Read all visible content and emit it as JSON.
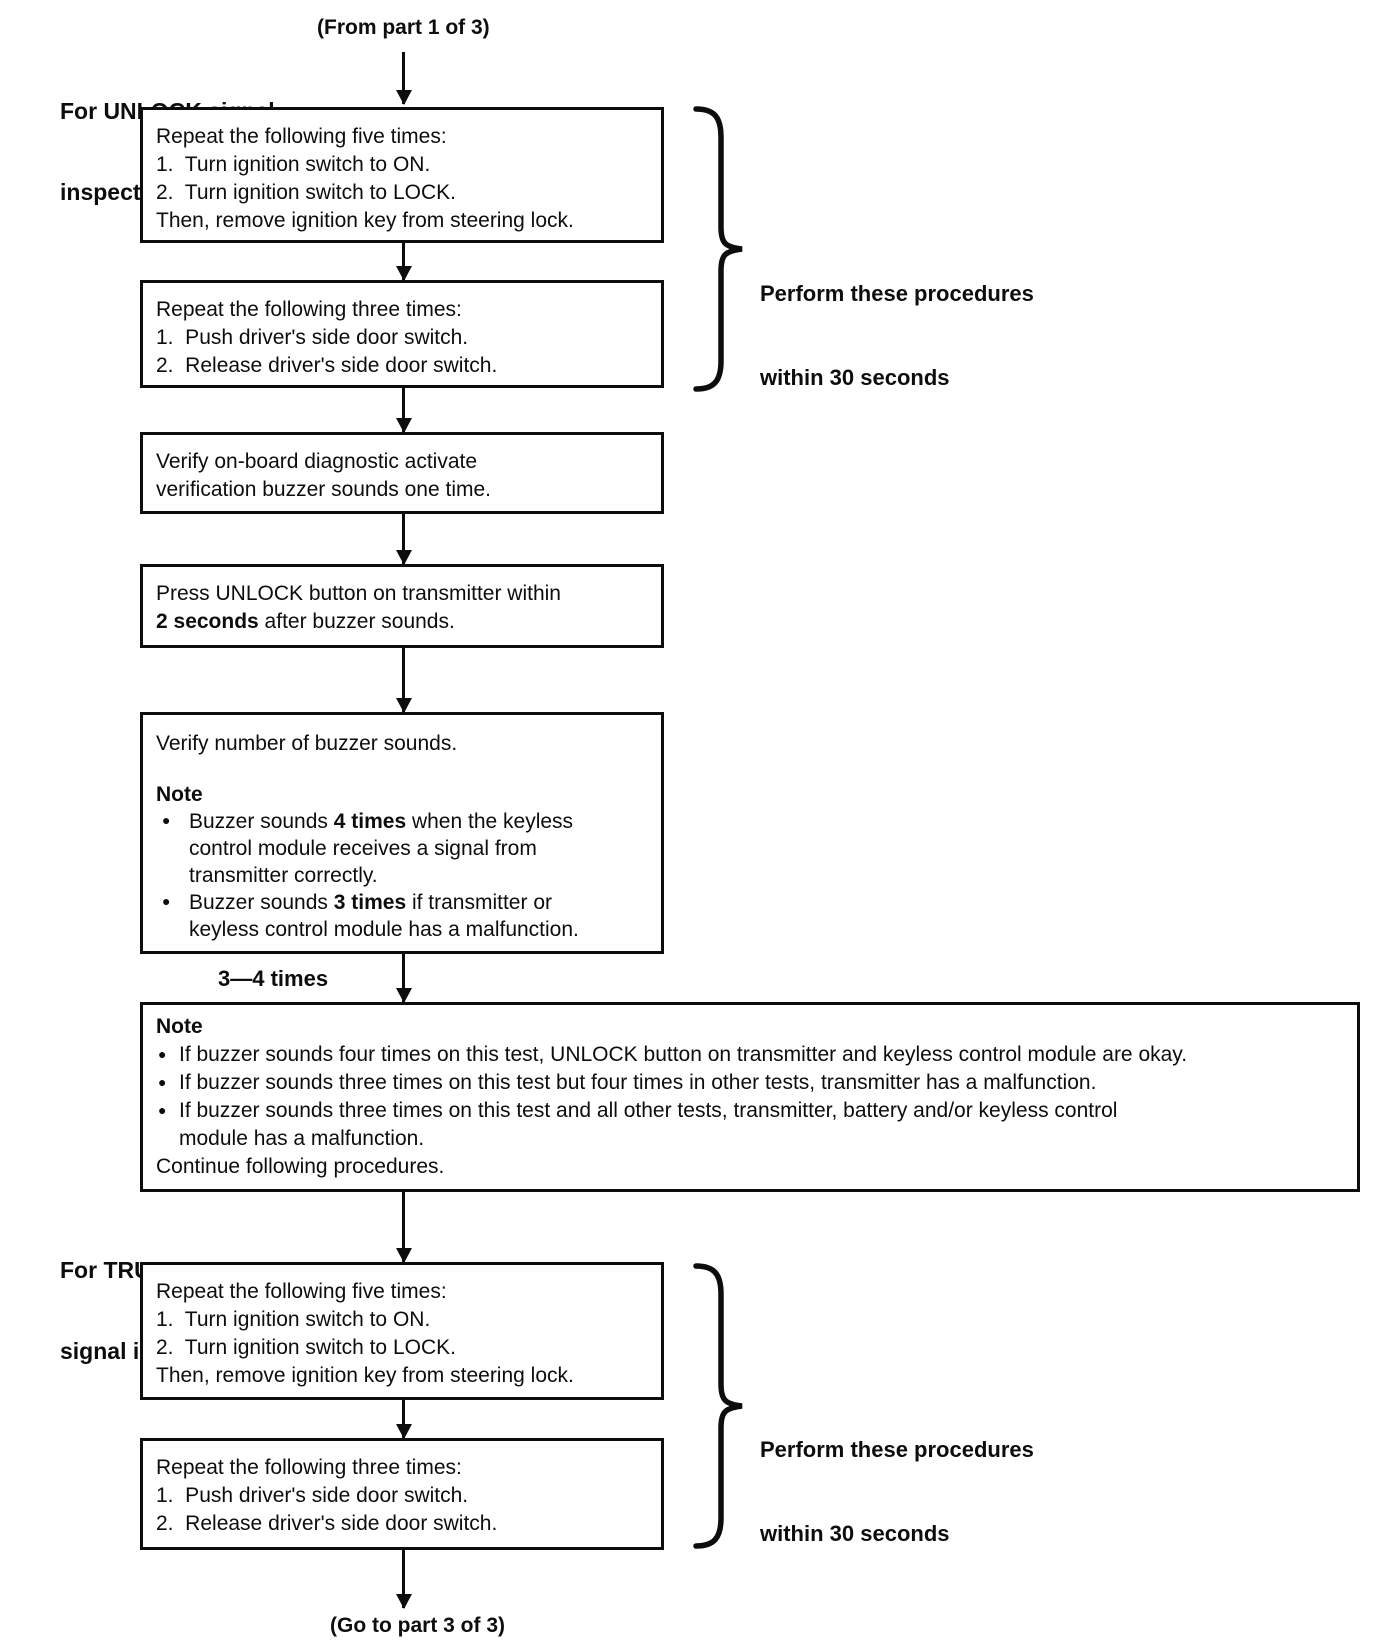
{
  "labels": {
    "from_part": "(From part 1 of 3)",
    "goto_part": "(Go to part 3 of 3)",
    "unlock_line1": "For UNLOCK signal",
    "unlock_line2": "inspection",
    "trunk_line1": "For TRUNK OPENER",
    "trunk_line2": "signal inspection",
    "branch": "3—4 times",
    "brace_line1": "Perform these procedures",
    "brace_line2": "within 30 seconds"
  },
  "boxes": {
    "repeat_five": {
      "lines": [
        {
          "parts": [
            {
              "t": "Repeat the following five times:"
            }
          ]
        },
        {
          "parts": [
            {
              "t": "1.  Turn ignition switch to ON."
            }
          ]
        },
        {
          "parts": [
            {
              "t": "2.  Turn ignition switch to LOCK."
            }
          ]
        },
        {
          "parts": [
            {
              "t": "Then, remove ignition key from steering lock."
            }
          ]
        }
      ]
    },
    "repeat_three": {
      "lines": [
        {
          "parts": [
            {
              "t": "Repeat the following three times:"
            }
          ]
        },
        {
          "parts": [
            {
              "t": "1.  Push driver's side door switch."
            }
          ]
        },
        {
          "parts": [
            {
              "t": "2.  Release driver's side door switch."
            }
          ]
        }
      ]
    },
    "verify_buzzer_once": {
      "lines": [
        {
          "parts": [
            {
              "t": "Verify on-board diagnostic activate"
            }
          ]
        },
        {
          "parts": [
            {
              "t": "verification buzzer sounds one time."
            }
          ]
        }
      ]
    },
    "press_unlock": {
      "lines": [
        {
          "parts": [
            {
              "t": "Press UNLOCK button on transmitter within"
            }
          ]
        },
        {
          "parts": [
            {
              "t": "2 seconds",
              "b": true
            },
            {
              "t": " after buzzer sounds."
            }
          ]
        }
      ]
    },
    "verify_count": {
      "lines": [
        {
          "parts": [
            {
              "t": "Verify number of buzzer sounds."
            }
          ]
        },
        {
          "blank": true
        },
        {
          "parts": [
            {
              "t": "Note",
              "b": true
            }
          ]
        },
        {
          "bullet": true,
          "parts": [
            {
              "t": "Buzzer sounds "
            },
            {
              "t": "4 times",
              "b": true
            },
            {
              "t": " when the keyless"
            }
          ]
        },
        {
          "cont": true,
          "parts": [
            {
              "t": "control module receives a signal from"
            }
          ]
        },
        {
          "cont": true,
          "parts": [
            {
              "t": "transmitter correctly."
            }
          ]
        },
        {
          "bullet": true,
          "parts": [
            {
              "t": "Buzzer sounds "
            },
            {
              "t": "3 times",
              "b": true
            },
            {
              "t": " if transmitter or"
            }
          ]
        },
        {
          "cont": true,
          "parts": [
            {
              "t": "keyless control module has a malfunction."
            }
          ]
        }
      ]
    },
    "result_note": {
      "lines": [
        {
          "parts": [
            {
              "t": "Note",
              "b": true
            }
          ]
        },
        {
          "bullet": true,
          "parts": [
            {
              "t": "If buzzer sounds four times on this test, UNLOCK button on transmitter and keyless control module are okay."
            }
          ]
        },
        {
          "bullet": true,
          "parts": [
            {
              "t": "If buzzer sounds three times on this test but four times in other tests, transmitter has a malfunction."
            }
          ]
        },
        {
          "bullet": true,
          "parts": [
            {
              "t": "If buzzer sounds three times on this test and all other tests, transmitter, battery and/or keyless control"
            }
          ]
        },
        {
          "cont": true,
          "parts": [
            {
              "t": "module has a malfunction."
            }
          ]
        },
        {
          "parts": [
            {
              "t": "Continue following procedures."
            }
          ]
        }
      ]
    }
  }
}
